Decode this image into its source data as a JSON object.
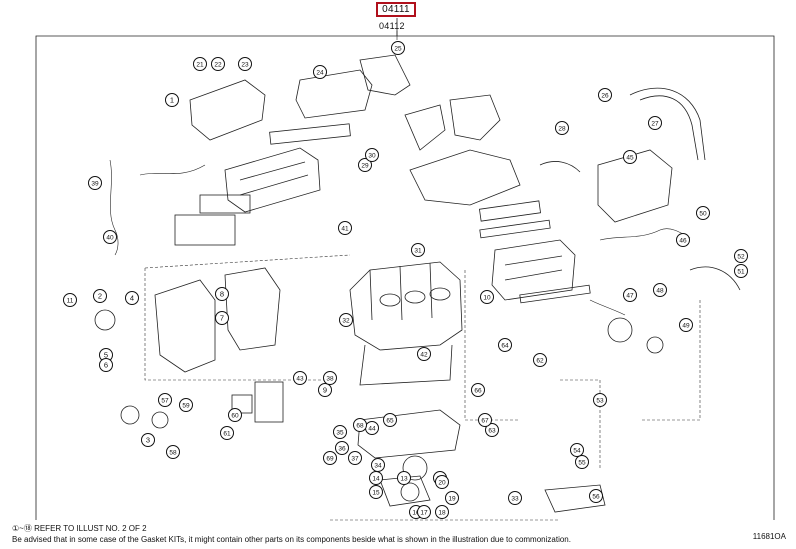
{
  "header": {
    "kit_code": "04111",
    "sub_kit_code": "04112"
  },
  "callouts": [
    "1",
    "2",
    "3",
    "4",
    "5",
    "6",
    "7",
    "8",
    "9",
    "10",
    "11",
    "12",
    "13",
    "14",
    "15",
    "16",
    "17",
    "18",
    "19",
    "20",
    "21",
    "22",
    "23",
    "24",
    "25",
    "26",
    "27",
    "28",
    "29",
    "30",
    "31",
    "32",
    "33",
    "34",
    "35",
    "36",
    "37",
    "38",
    "39",
    "40",
    "41",
    "42",
    "43",
    "44",
    "45",
    "46",
    "47",
    "48",
    "49",
    "50",
    "51",
    "52",
    "53",
    "54",
    "55",
    "56",
    "57",
    "58",
    "59",
    "60",
    "61",
    "62",
    "63",
    "64",
    "65",
    "66",
    "67",
    "68",
    "69"
  ],
  "footer": {
    "line1": "①~⑱ REFER TO ILLUST NO. 2 OF 2",
    "line2": "Be advised that in some case of the Gasket KITs, it might contain other parts on its components beside what is shown in the illustration due to commonization.",
    "illustration_number": "11681OA"
  },
  "colors": {
    "highlight_border": "#b0101c",
    "line_art": "#222222"
  }
}
